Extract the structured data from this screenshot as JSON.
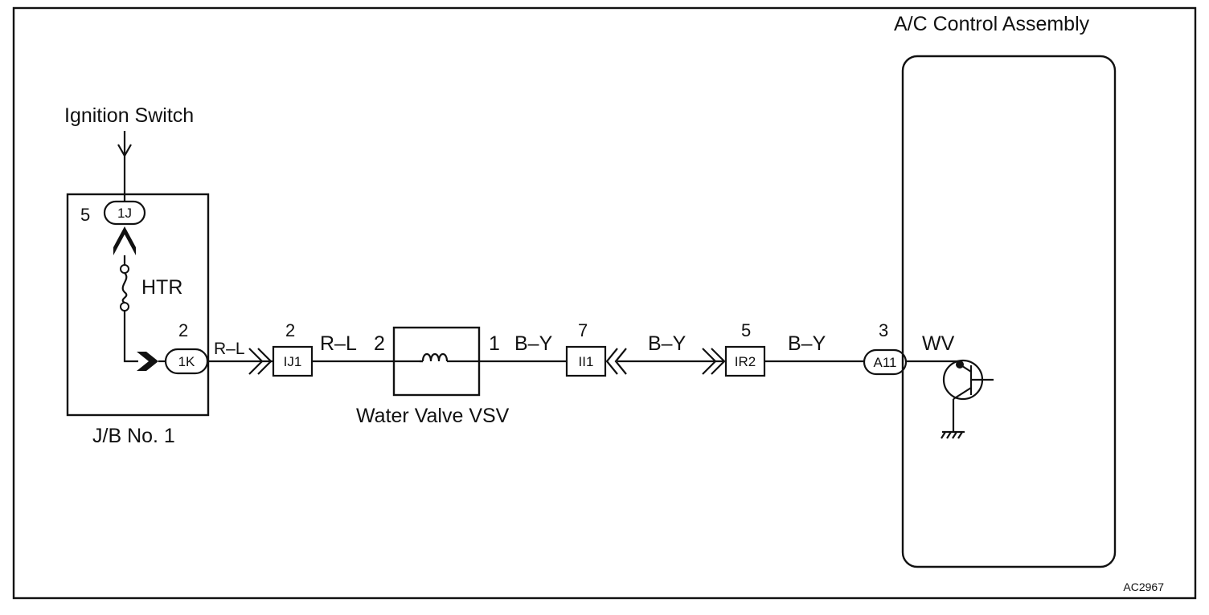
{
  "diagram_id": "AC2967",
  "components": {
    "ignition_switch": "Ignition Switch",
    "junction_block": "J/B No. 1",
    "fuse": "HTR",
    "water_valve": "Water Valve VSV",
    "ac_control": "A/C Control Assembly",
    "transistor": "WV"
  },
  "connectors": {
    "jb_1j": {
      "code": "1J",
      "pin": "5"
    },
    "jb_1k": {
      "code": "1K",
      "pin": "2"
    },
    "ij1": {
      "code": "IJ1",
      "pin": "2"
    },
    "vsv_in": {
      "pin": "2"
    },
    "vsv_out": {
      "pin": "1"
    },
    "ii1": {
      "code": "II1",
      "pin": "7"
    },
    "ir2": {
      "code": "IR2",
      "pin": "5"
    },
    "a11": {
      "code": "A11",
      "pin": "3"
    }
  },
  "wires": {
    "w1": "R–L",
    "w2": "R–L",
    "w3": "B–Y",
    "w4": "B–Y",
    "w5": "B–Y"
  },
  "colors": {
    "ink": "#111111",
    "background": "#ffffff"
  }
}
